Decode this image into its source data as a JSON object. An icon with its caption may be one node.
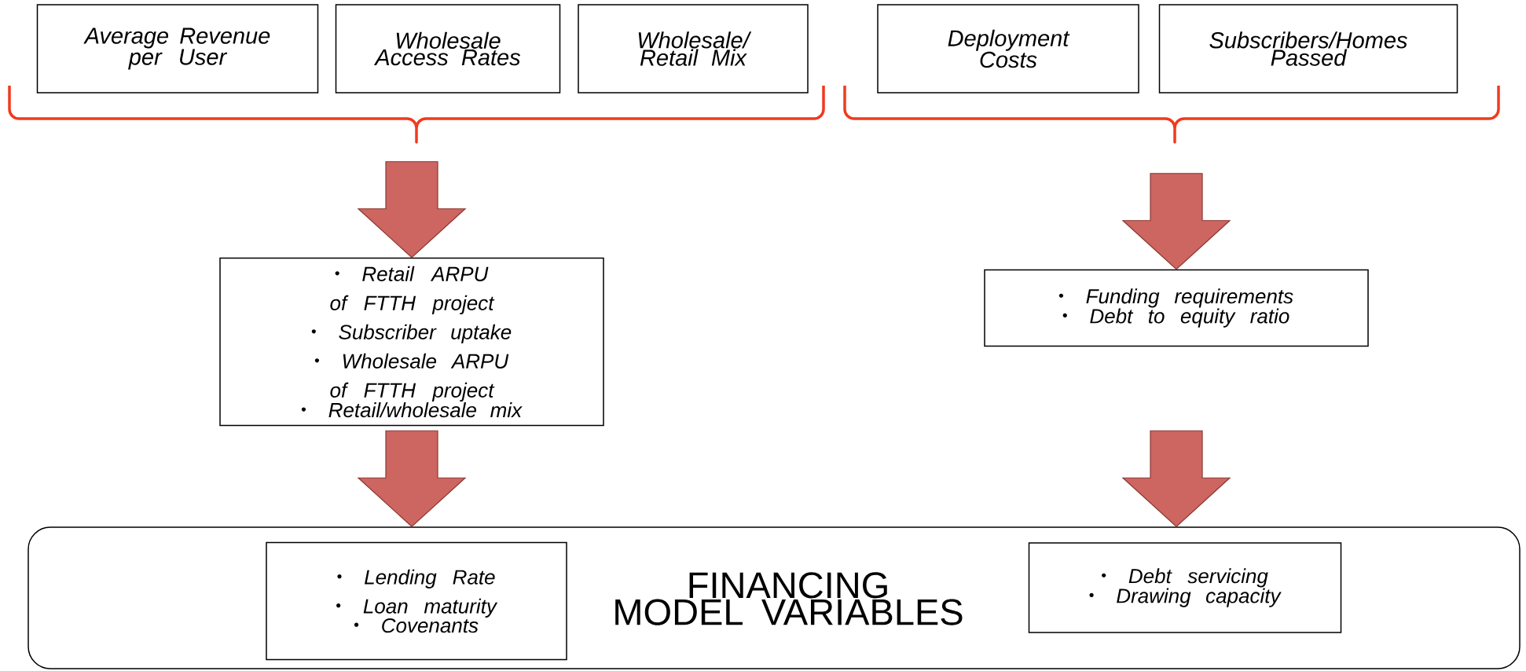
{
  "diagram": {
    "nodes": [
      {
        "text": [
          "Average Revenue per User"
        ]
      },
      {
        "text": [
          "Wholesale Access Rates"
        ]
      },
      {
        "text": [
          "Wholesale/ Retail Mix"
        ]
      },
      {
        "text": [
          "Deployment Costs"
        ]
      },
      {
        "text": [
          "Subscribers/Homes Passed"
        ]
      },
      {
        "text": [
          "Retail ARPU of FTTH project",
          "Subscriber uptake",
          "Wholesale ARPU of FTTH project",
          "Retail/wholesale mix"
        ]
      },
      {
        "text": [
          "Funding requirements",
          "Debt to equity ratio"
        ]
      },
      {
        "text": [
          "FINANCING MODEL VARIABLES"
        ]
      },
      {
        "text": [
          "Lending Rate",
          "Loan maturity",
          "Covenants"
        ],
        "in": 7
      },
      {
        "text": [
          "Debt servicing",
          "Drawing capacity"
        ],
        "in": 7
      }
    ],
    "edges": [
      {
        "from": null,
        "to": 5,
        "arrow": "to"
      },
      {
        "from": null,
        "to": 6,
        "arrow": "to"
      },
      {
        "from": 5,
        "to": 7,
        "arrow": "to"
      },
      {
        "from": 6,
        "to": 7,
        "arrow": "to"
      }
    ]
  }
}
